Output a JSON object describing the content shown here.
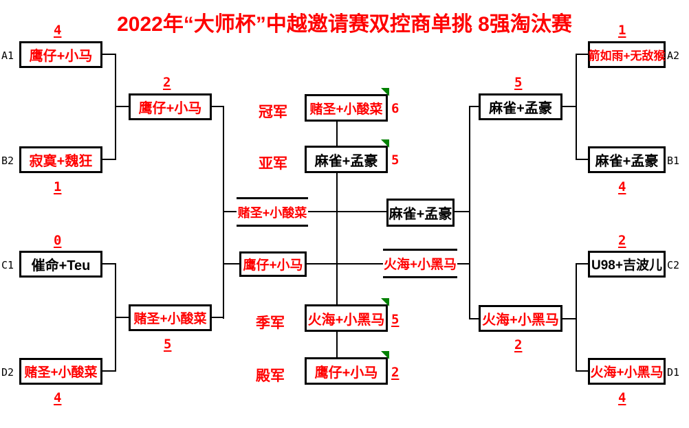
{
  "title": "2022年“大师杯”中越邀请赛双控商单挑 8强淘汰赛",
  "colors": {
    "accent_red": "#ff0000",
    "text_black": "#000000",
    "marker_green": "#008000",
    "line_black": "#000000"
  },
  "icons": {
    "corner_marker": "green-triangle"
  },
  "quarterfinals": [
    {
      "seed": "A1",
      "team": "鹰仔+小马",
      "score": "4",
      "team_color": "#ff0000"
    },
    {
      "seed": "B2",
      "team": "寂寞+魏狂",
      "score": "1",
      "team_color": "#ff0000"
    },
    {
      "seed": "C1",
      "team": "催命+Teu",
      "score": "0",
      "team_color": "#000000"
    },
    {
      "seed": "D2",
      "team": "赌圣+小酸菜",
      "score": "4",
      "team_color": "#ff0000"
    },
    {
      "seed": "A2",
      "team": "箭如雨+无敌猴",
      "score": "1",
      "team_color": "#ff0000"
    },
    {
      "seed": "B1",
      "team": "麻雀+孟豪",
      "score": "4",
      "team_color": "#000000"
    },
    {
      "seed": "C2",
      "team": "U98+吉波儿",
      "score": "2",
      "team_color": "#000000"
    },
    {
      "seed": "D1",
      "team": "火海+小黑马",
      "score": "4",
      "team_color": "#ff0000"
    }
  ],
  "semifinals": [
    {
      "position": "left-top",
      "team": "鹰仔+小马",
      "score": "2",
      "team_color": "#ff0000"
    },
    {
      "position": "left-bottom",
      "team": "赌圣+小酸菜",
      "score": "5",
      "team_color": "#ff0000"
    },
    {
      "position": "right-top",
      "team": "麻雀+孟豪",
      "score": "5",
      "team_color": "#000000"
    },
    {
      "position": "right-bottom",
      "team": "火海+小黑马",
      "score": "2",
      "team_color": "#ff0000"
    }
  ],
  "final_match": {
    "left_team": "赌圣+小酸菜",
    "left_color": "#ff0000",
    "right_team": "麻雀+孟豪",
    "right_color": "#000000"
  },
  "third_place_match": {
    "left_team": "鹰仔+小马",
    "left_color": "#ff0000",
    "right_team": "火海+小黑马",
    "right_color": "#ff0000"
  },
  "results": [
    {
      "label": "冠军",
      "team": "赌圣+小酸菜",
      "score": "6",
      "team_color": "#ff0000"
    },
    {
      "label": "亚军",
      "team": "麻雀+孟豪",
      "score": "5",
      "team_color": "#000000"
    },
    {
      "label": "季军",
      "team": "火海+小黑马",
      "score": "5",
      "team_color": "#ff0000"
    },
    {
      "label": "殿军",
      "team": "鹰仔+小马",
      "score": "2",
      "team_color": "#ff0000"
    }
  ]
}
